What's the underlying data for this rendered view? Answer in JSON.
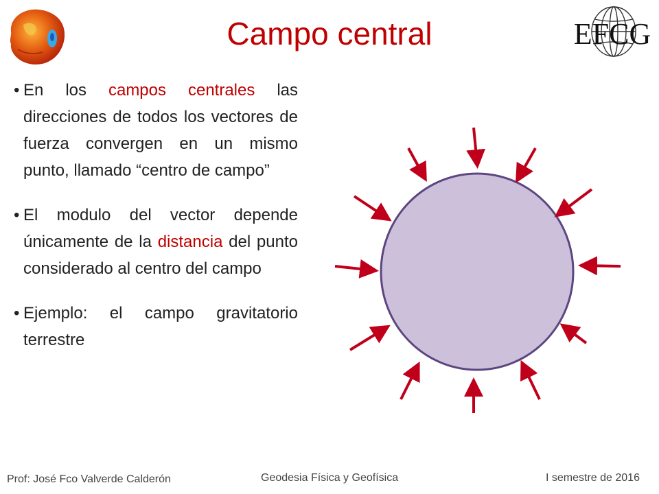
{
  "slide": {
    "title": "Campo central",
    "logo_text": "EFCG",
    "bullets": [
      {
        "before": "En los ",
        "highlight": "campos centrales",
        "after": " las direcciones de todos los vectores de fuerza convergen en un mismo punto, llamado “centro de campo”"
      },
      {
        "before": "El modulo del vector depende únicamente de la ",
        "highlight": "distancia",
        "after": " del punto considerado al centro del campo"
      },
      {
        "before": "Ejemplo: el campo gravitatorio terrestre",
        "highlight": "",
        "after": ""
      }
    ]
  },
  "footer": {
    "author": "Prof: José Fco Valverde Calderón",
    "course": "Geodesia Física y Geofísica",
    "semester": "I semestre de 2016"
  },
  "colors": {
    "title": "#c00000",
    "highlight": "#c00000",
    "arrow": "#c0001a",
    "circle_fill": "#ccc0da",
    "circle_stroke": "#5c4580"
  },
  "icons": {
    "top_left": "geoid-globe-icon",
    "top_right": "institution-globe-logo"
  }
}
